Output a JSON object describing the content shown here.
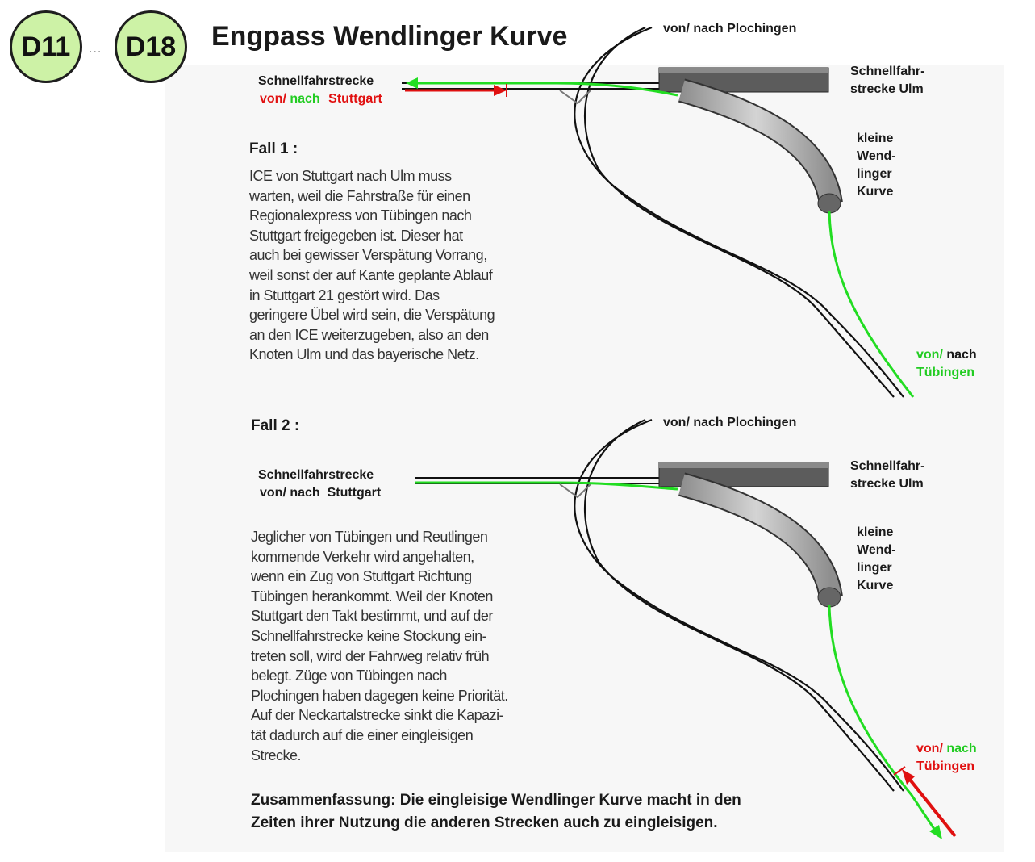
{
  "badges": {
    "first": "D11",
    "separator": "...",
    "last": "D18"
  },
  "title": "Engpass Wendlinger Kurve",
  "fall1": {
    "heading": "Fall 1 :",
    "top_label": "von/ nach Plochingen",
    "left_label_line1": "Schnellfahrstrecke",
    "left_von": "von/",
    "left_nach": "nach",
    "left_city": "Stuttgart",
    "right_label_line1": "Schnellfahr-",
    "right_label_line2": "strecke Ulm",
    "curve_label": [
      "kleine",
      "Wend-",
      "linger",
      "Kurve"
    ],
    "bottom_von": "von/",
    "bottom_nach": "nach",
    "bottom_city": "Tübingen",
    "text": [
      "ICE von Stuttgart nach Ulm muss",
      "warten, weil die Fahrstraße für einen",
      "Regionalexpress von Tübingen nach",
      "Stuttgart freigegeben ist. Dieser hat",
      "auch bei gewisser Verspätung Vorrang,",
      "weil sonst der auf Kante geplante Ablauf",
      "in Stuttgart 21 gestört wird. Das",
      "geringere Übel wird sein, die Verspätung",
      "an den ICE weiterzugeben, also an den",
      "Knoten Ulm und das bayerische Netz."
    ]
  },
  "fall2": {
    "heading": "Fall 2 :",
    "top_label": "von/ nach Plochingen",
    "left_label_line1": "Schnellfahrstrecke",
    "left_label_line2": "von/ nach  Stuttgart",
    "right_label_line1": "Schnellfahr-",
    "right_label_line2": "strecke Ulm",
    "curve_label": [
      "kleine",
      "Wend-",
      "linger",
      "Kurve"
    ],
    "bottom_von": "von/",
    "bottom_nach": "nach",
    "bottom_city": "Tübingen",
    "text": [
      "Jeglicher von Tübingen und Reutlingen",
      "kommende Verkehr wird angehalten,",
      "wenn ein Zug von Stuttgart Richtung",
      "Tübingen herankommt. Weil der Knoten",
      "Stuttgart den Takt bestimmt, und auf der",
      "Schnellfahrstrecke keine Stockung ein-",
      "treten soll, wird der Fahrweg relativ früh",
      "belegt. Züge von Tübingen nach",
      "Plochingen haben dagegen keine Priorität.",
      "Auf der Neckartalstrecke sinkt die Kapazi-",
      "tät dadurch auf die einer eingleisigen",
      "Strecke."
    ]
  },
  "summary": [
    "Zusammenfassung: Die eingleisige Wendlinger Kurve macht in den",
    "Zeiten ihrer Nutzung die anderen Strecken auch zu eingleisigen."
  ],
  "colors": {
    "badge_fill": "#cdf2a6",
    "green_route": "#22dd22",
    "red_route": "#e01010",
    "bridge": "#606060",
    "curve_tube": "#b8b8b8"
  }
}
